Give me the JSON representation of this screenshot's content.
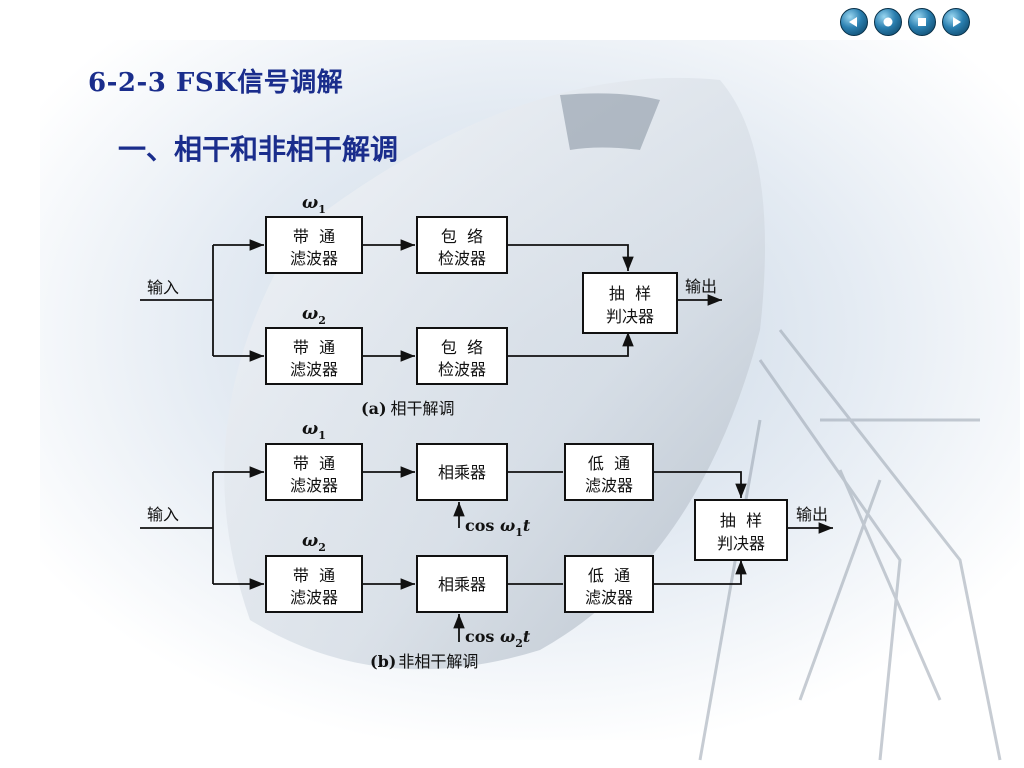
{
  "slide": {
    "title": "6-2-3  FSK信号调解",
    "subtitle": "一、相干和非相干解调"
  },
  "nav_buttons": [
    "nav-first-icon",
    "nav-prev-icon",
    "nav-next-icon",
    "nav-last-icon"
  ],
  "colors": {
    "title": "#1a2d8c",
    "nav": "#2a7fb0"
  },
  "diagram_a": {
    "input_label": "输入",
    "output_label": "输出",
    "omega1": "ω",
    "omega1_sub": "1",
    "omega2": "ω",
    "omega2_sub": "2",
    "bpf1": [
      "带  通",
      "滤波器"
    ],
    "bpf2": [
      "带  通",
      "滤波器"
    ],
    "env1": [
      "包  络",
      "检波器"
    ],
    "env2": [
      "包  络",
      "检波器"
    ],
    "decision": [
      "抽  样",
      "判决器"
    ],
    "caption_tag": "(a)",
    "caption_text": "相干解调"
  },
  "diagram_b": {
    "input_label": "输入",
    "output_label": "输出",
    "omega1": "ω",
    "omega1_sub": "1",
    "omega2": "ω",
    "omega2_sub": "2",
    "bpf1": [
      "带  通",
      "滤波器"
    ],
    "bpf2": [
      "带  通",
      "滤波器"
    ],
    "mult1": "相乘器",
    "mult2": "相乘器",
    "lpf1": [
      "低  通",
      "滤波器"
    ],
    "lpf2": [
      "低  通",
      "滤波器"
    ],
    "decision": [
      "抽  样",
      "判决器"
    ],
    "carrier1": {
      "pre": "cos ",
      "w": "ω",
      "sub": "1",
      "post": "t"
    },
    "carrier2": {
      "pre": "cos ",
      "w": "ω",
      "sub": "2",
      "post": "t"
    },
    "caption_tag": "(b)",
    "caption_text": "非相干解调"
  }
}
